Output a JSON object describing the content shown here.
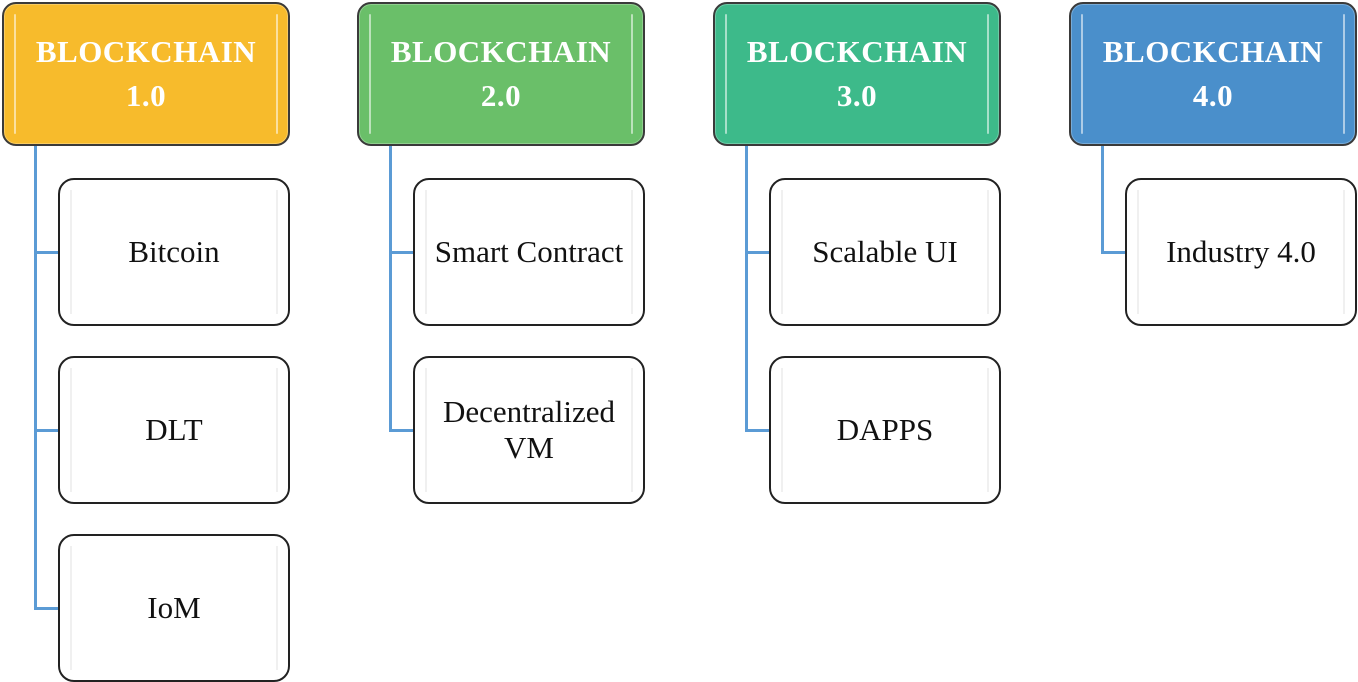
{
  "columns": [
    {
      "header": "BLOCKCHAIN\n1.0",
      "color": "#f7bb2c",
      "items": [
        "Bitcoin",
        "DLT",
        "IoM"
      ]
    },
    {
      "header": "BLOCKCHAIN\n2.0",
      "color": "#6abf69",
      "items": [
        "Smart Contract",
        "Decentralized VM"
      ]
    },
    {
      "header": "BLOCKCHAIN\n3.0",
      "color": "#3dba8a",
      "items": [
        "Scalable UI",
        "DAPPS"
      ]
    },
    {
      "header": "BLOCKCHAIN\n4.0",
      "color": "#4a8fcb",
      "items": [
        "Industry 4.0"
      ]
    }
  ],
  "connector_color": "#5b9bd5"
}
